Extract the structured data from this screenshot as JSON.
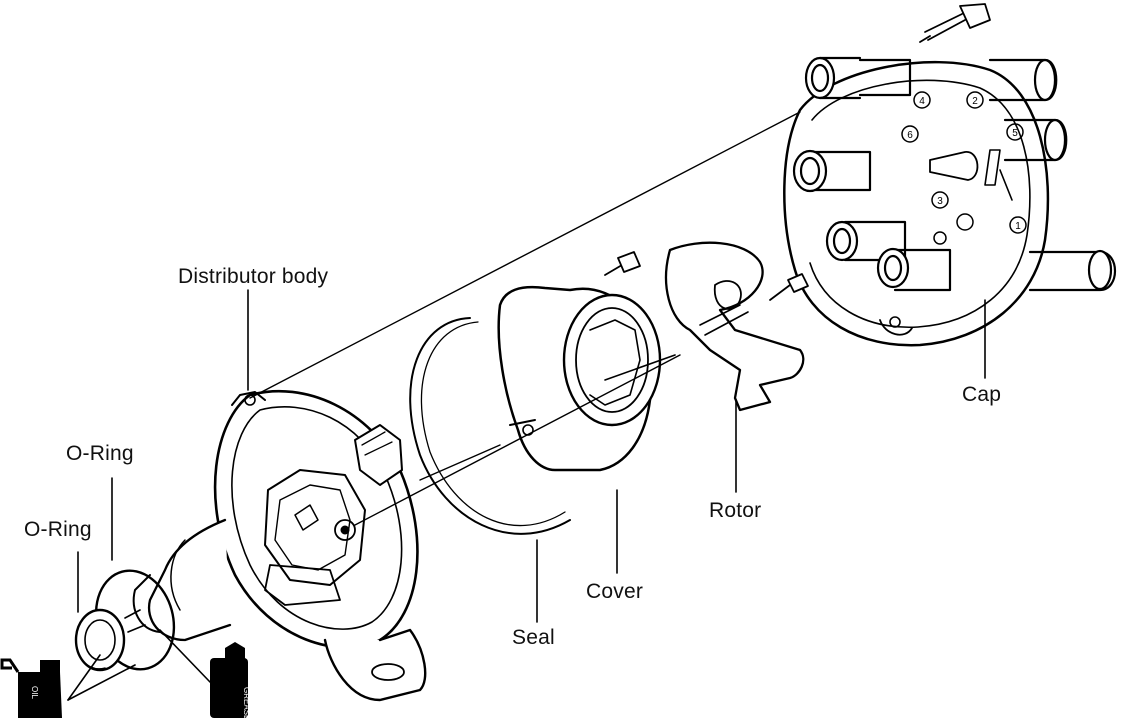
{
  "labels": {
    "distributor_body": "Distributor body",
    "o_ring_upper": "O-Ring",
    "o_ring_lower": "O-Ring",
    "seal": "Seal",
    "cover": "Cover",
    "rotor": "Rotor",
    "cap": "Cap"
  },
  "containers": {
    "oil": "OIL",
    "grease": "GREASE"
  },
  "cap_terminals": [
    "1",
    "2",
    "3",
    "4",
    "5",
    "6"
  ]
}
